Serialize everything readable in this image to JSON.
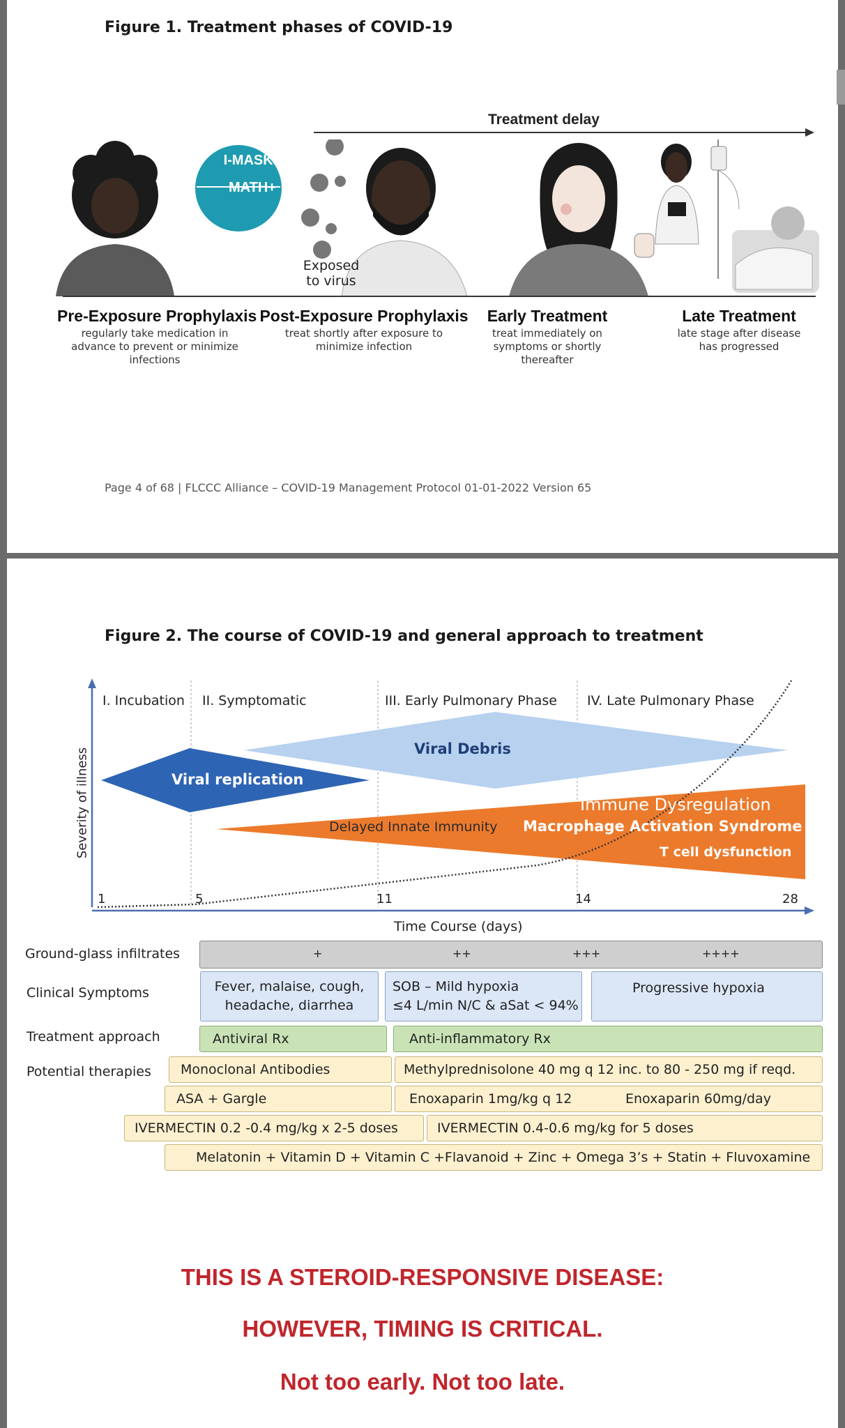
{
  "figure1": {
    "title": "Figure 1. Treatment phases of COVID-19",
    "treatment_delay": "Treatment delay",
    "badge_top": "I-MASK+",
    "badge_bottom": "MATH+",
    "exposed_label": "Exposed\nto virus",
    "phases": [
      {
        "title": "Pre-Exposure Prophylaxis",
        "desc": "regularly take medication in advance to prevent or minimize infections"
      },
      {
        "title": "Post-Exposure Prophylaxis",
        "desc": "treat shortly after exposure to minimize infection"
      },
      {
        "title": "Early Treatment",
        "desc": "treat immediately on symptoms or shortly thereafter"
      },
      {
        "title": "Late Treatment",
        "desc": "late stage after disease has progressed"
      }
    ],
    "footer": "Page 4 of 68 | FLCCC Alliance – COVID-19 Management Protocol 01-01-2022  Version 65"
  },
  "figure2": {
    "title": "Figure 2.  The course of COVID-19 and general approach to treatment",
    "y_axis": "Severity of illness",
    "x_axis": "Time Course (days)",
    "phases": [
      "I. Incubation",
      "II. Symptomatic",
      "III. Early Pulmonary Phase",
      "IV. Late Pulmonary Phase"
    ],
    "ticks": [
      "1",
      "5",
      "11",
      "14",
      "28"
    ],
    "viral_debris": "Viral Debris",
    "viral_replication": "Viral replication",
    "delayed_innate": "Delayed Innate Immunity",
    "immune_dysregulation": "Immune Dysregulation",
    "macrophage": "Macrophage Activation Syndrome",
    "tcell": "T cell dysfunction",
    "rows": {
      "ground_glass": {
        "label": "Ground-glass infiltrates",
        "values": [
          "+",
          "++",
          "+++",
          "++++"
        ]
      },
      "clinical": {
        "label": "Clinical Symptoms",
        "c1": "Fever, malaise, cough,\nheadache, diarrhea",
        "c2": "SOB – Mild hypoxia\n≤4 L/min N/C & aSat < 94%",
        "c3": "Progressive hypoxia"
      },
      "treatment": {
        "label": "Treatment approach",
        "c1": "Antiviral Rx",
        "c2": "Anti-inflammatory Rx"
      },
      "therapies": {
        "label": "Potential therapies",
        "monoclonal": "Monoclonal Antibodies",
        "methylpred": "Methylprednisolone 40 mg q 12 inc. to 80 - 250 mg if reqd.",
        "asa": "ASA  + Gargle",
        "enox1": "Enoxaparin 1mg/kg q 12",
        "enox2": "Enoxaparin 60mg/day",
        "iver1": "IVERMECTIN 0.2 -0.4 mg/kg x 2-5 doses",
        "iver2": "IVERMECTIN   0.4-0.6 mg/kg for 5 doses",
        "supplements": "Melatonin + Vitamin D + Vitamin C +Flavanoid + Zinc + Omega 3’s  + Statin + Fluvoxamine"
      }
    },
    "steroid_line1": "THIS IS A STEROID-RESPONSIVE DISEASE:",
    "steroid_line2": "HOWEVER, TIMING IS CRITICAL.",
    "steroid_line3": "Not too early. Not too late."
  },
  "colors": {
    "teal_badge": "#1e9bb0",
    "viral_replication": "#2e64b4",
    "viral_debris": "#b7d1ef",
    "immune": "#ec7a2c",
    "warning_red": "#c0262c"
  }
}
